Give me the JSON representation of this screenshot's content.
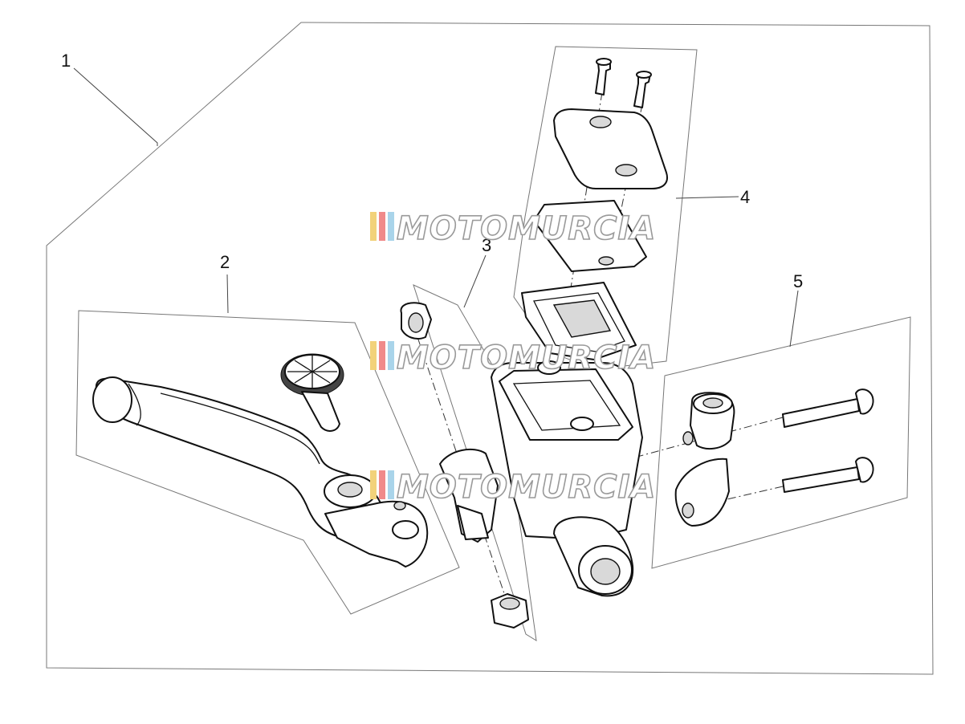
{
  "callouts": [
    {
      "id": "1",
      "label": "1"
    },
    {
      "id": "2",
      "label": "2"
    },
    {
      "id": "3",
      "label": "3"
    },
    {
      "id": "4",
      "label": "4"
    },
    {
      "id": "5",
      "label": "5"
    }
  ],
  "watermark": {
    "text": "MOTOMURCIA",
    "stripe_colors": [
      "#f2d27a",
      "#f08a8a",
      "#a9d4ea"
    ]
  },
  "colors": {
    "line": "#111111",
    "frame": "#777777",
    "background": "#ffffff"
  }
}
